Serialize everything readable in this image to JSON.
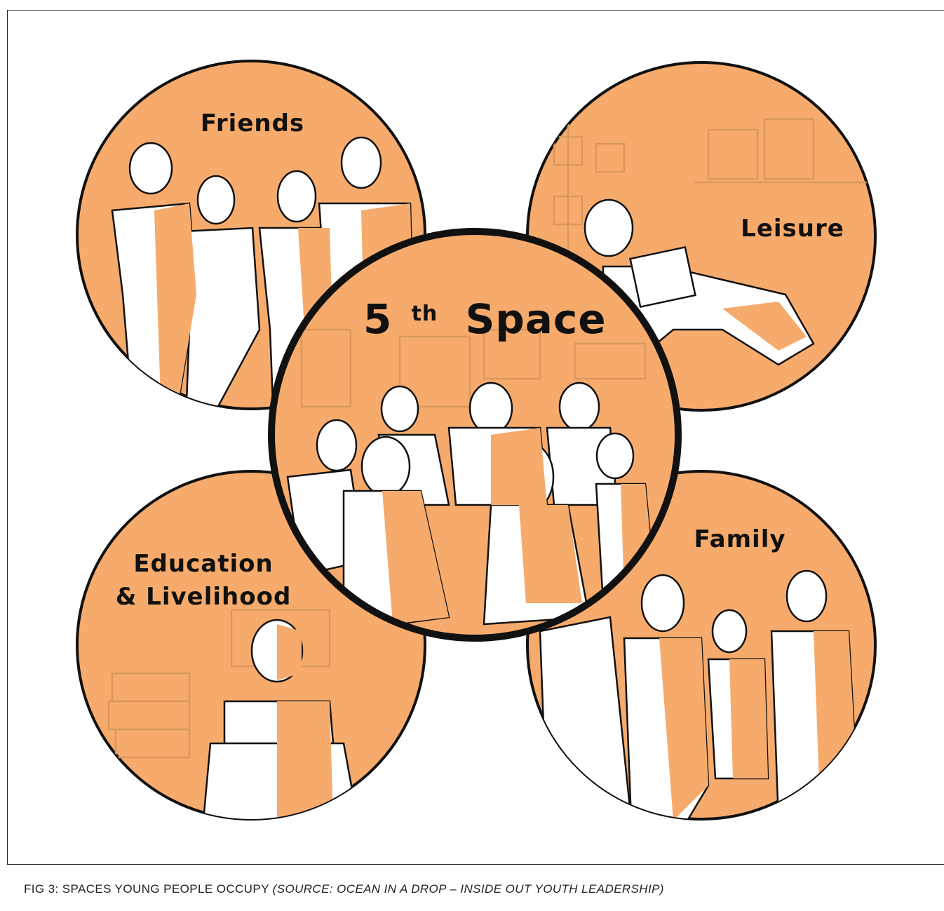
{
  "diagram": {
    "circles": [
      {
        "id": "friends",
        "label": "Friends"
      },
      {
        "id": "leisure",
        "label": "Leisure"
      },
      {
        "id": "education",
        "label_line1": "Education",
        "label_line2": "& Livelihood"
      },
      {
        "id": "family",
        "label": "Family"
      },
      {
        "id": "center",
        "label_main": "5",
        "label_sup": "th",
        "label_rest": "Space"
      }
    ],
    "colors": {
      "fill": "#F6AB6C",
      "outline": "#111111",
      "sketch": "#D9985E"
    }
  },
  "caption": {
    "main": "FIG 3: SPACES YOUNG PEOPLE OCCUPY ",
    "source": "(SOURCE: OCEAN IN A DROP – INSIDE OUT YOUTH LEADERSHIP)"
  }
}
